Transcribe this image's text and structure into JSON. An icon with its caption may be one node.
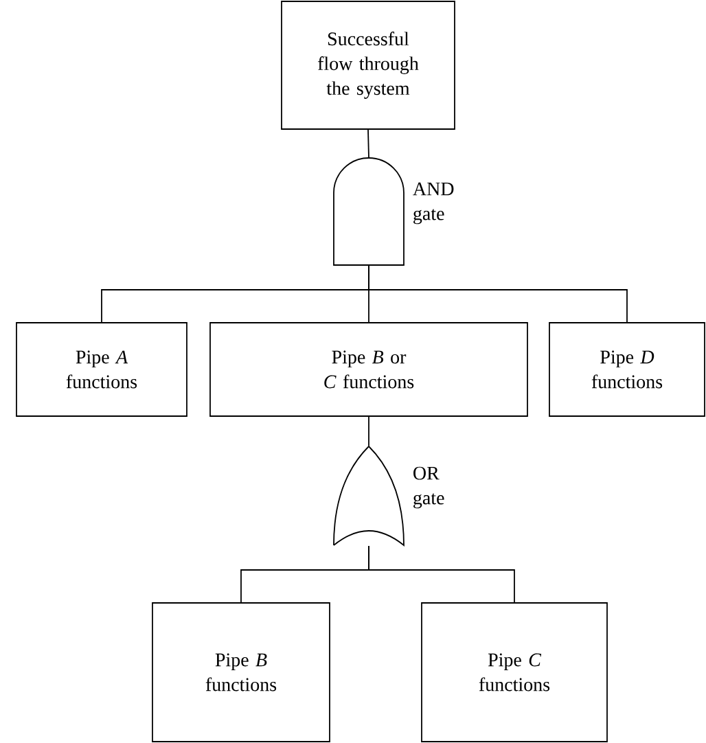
{
  "diagram": {
    "nodes": [
      {
        "text": [
          "Successful flow through the system"
        ]
      },
      {
        "text": [],
        "shape": "and-gate",
        "beside": [
          "AND gate"
        ]
      },
      {
        "text": [
          "Pipe *A* functions"
        ]
      },
      {
        "text": [
          "Pipe *B* or *C* functions"
        ]
      },
      {
        "text": [
          "Pipe *D* functions"
        ]
      },
      {
        "text": [],
        "shape": "or-gate",
        "beside": [
          "OR gate"
        ]
      },
      {
        "text": [
          "Pipe *B* functions"
        ]
      },
      {
        "text": [
          "Pipe *C* functions"
        ]
      }
    ],
    "edges": [
      {
        "from": 1,
        "to": 0,
        "arrow": "none"
      },
      {
        "from": 2,
        "to": 1,
        "arrow": "none"
      },
      {
        "from": 3,
        "to": 1,
        "arrow": "none"
      },
      {
        "from": 4,
        "to": 1,
        "arrow": "none"
      },
      {
        "from": 5,
        "to": 3,
        "arrow": "none"
      },
      {
        "from": 6,
        "to": 5,
        "arrow": "none"
      },
      {
        "from": 7,
        "to": 5,
        "arrow": "none"
      }
    ]
  }
}
